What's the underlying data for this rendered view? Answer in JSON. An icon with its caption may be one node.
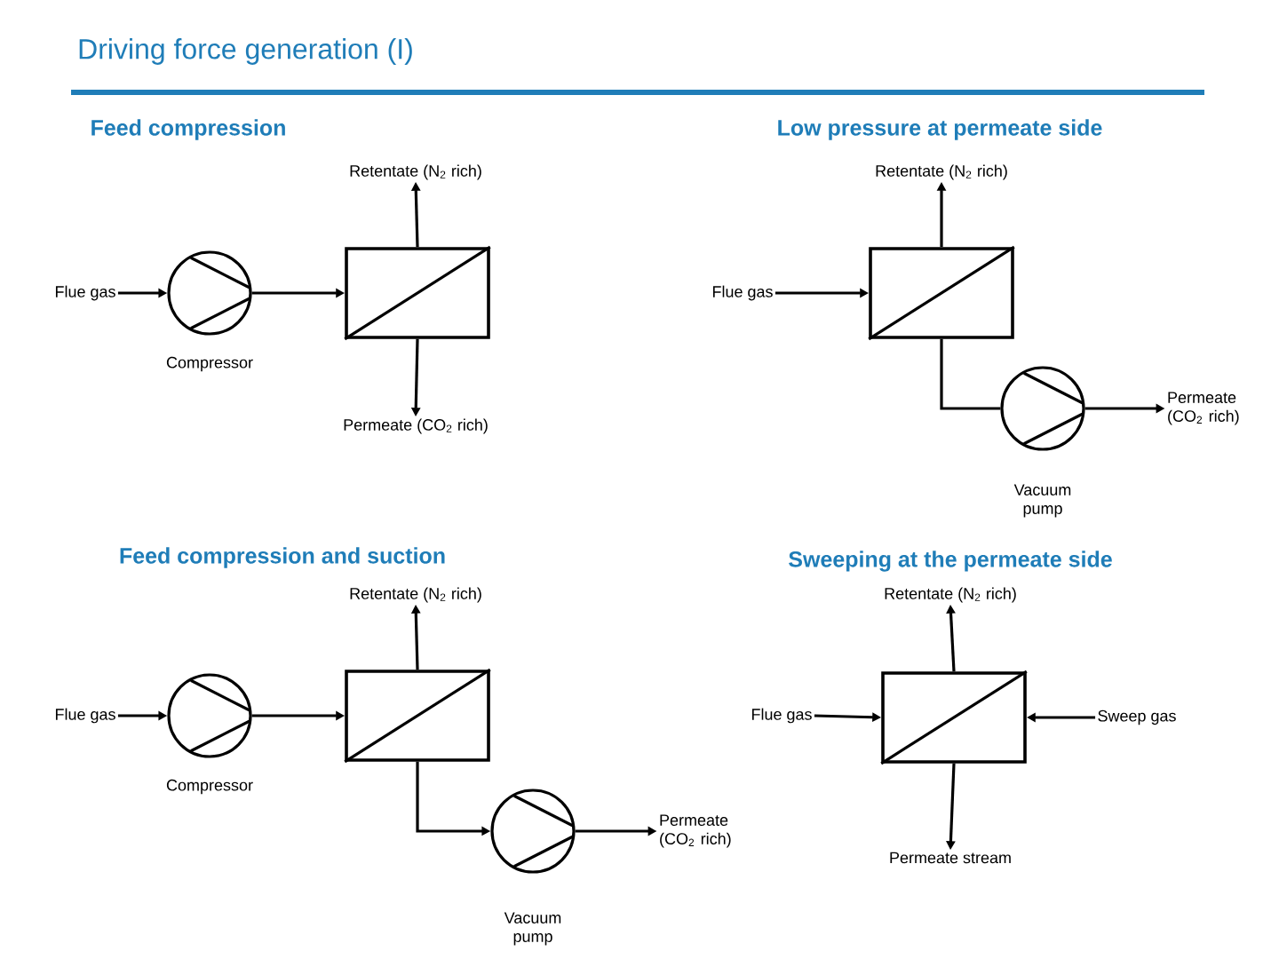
{
  "diagram": {
    "title": "Driving force generation (I)",
    "nodes": [
      {
        "text": [
          "Flue gas"
        ]
      },
      {
        "text": [],
        "shape": "circle",
        "beside": [
          "Compressor"
        ]
      },
      {
        "text": [],
        "shape": "box"
      },
      {
        "text": [
          "Retentate (N$_{2}$ rich)"
        ]
      },
      {
        "text": [
          "Permeate (CO$_{2}$ rich)"
        ]
      },
      {
        "text": [
          "Flue gas"
        ]
      },
      {
        "text": [],
        "shape": "box"
      },
      {
        "text": [
          "Retentate (N$_{2}$ rich)"
        ]
      },
      {
        "text": [],
        "shape": "circle",
        "beside": [
          "Vacuum pump"
        ]
      },
      {
        "text": [
          "Permeate (CO$_{2}$ rich)"
        ]
      },
      {
        "text": [
          "Flue gas"
        ]
      },
      {
        "text": [],
        "shape": "circle",
        "beside": [
          "Compressor"
        ]
      },
      {
        "text": [],
        "shape": "box"
      },
      {
        "text": [
          "Retentate (N$_{2}$ rich)"
        ]
      },
      {
        "text": [],
        "shape": "circle",
        "beside": [
          "Vacuum pump"
        ]
      },
      {
        "text": [
          "Permeate (CO$_{2}$ rich)"
        ]
      },
      {
        "text": [
          "Flue gas"
        ]
      },
      {
        "text": [],
        "shape": "box"
      },
      {
        "text": [
          "Retentate (N$_{2}$ rich)"
        ]
      },
      {
        "text": [
          "Sweep gas"
        ]
      },
      {
        "text": [
          "Permeate stream"
        ]
      }
    ],
    "edges": [
      {
        "from": 0,
        "to": 1,
        "arrow": "to"
      },
      {
        "from": 1,
        "to": 2,
        "arrow": "to"
      },
      {
        "from": 2,
        "to": 3,
        "arrow": "to"
      },
      {
        "from": 2,
        "to": 4,
        "arrow": "to"
      },
      {
        "from": 5,
        "to": 6,
        "arrow": "to"
      },
      {
        "from": 6,
        "to": 7,
        "arrow": "to"
      },
      {
        "from": 6,
        "to": 8,
        "arrow": "none"
      },
      {
        "from": 8,
        "to": 9,
        "arrow": "to"
      },
      {
        "from": 10,
        "to": 11,
        "arrow": "to"
      },
      {
        "from": 11,
        "to": 12,
        "arrow": "to"
      },
      {
        "from": 12,
        "to": 13,
        "arrow": "to"
      },
      {
        "from": 12,
        "to": 14,
        "arrow": "to"
      },
      {
        "from": 14,
        "to": 15,
        "arrow": "to"
      },
      {
        "from": 16,
        "to": 17,
        "arrow": "to"
      },
      {
        "from": 19,
        "to": 17,
        "arrow": "to"
      },
      {
        "from": 17,
        "to": 18,
        "arrow": "to"
      },
      {
        "from": 17,
        "to": 20,
        "arrow": "to"
      }
    ],
    "labels": [
      "Feed compression",
      "Low pressure at permeate side",
      "Feed compression and suction",
      "Sweeping at the permeate side"
    ]
  }
}
